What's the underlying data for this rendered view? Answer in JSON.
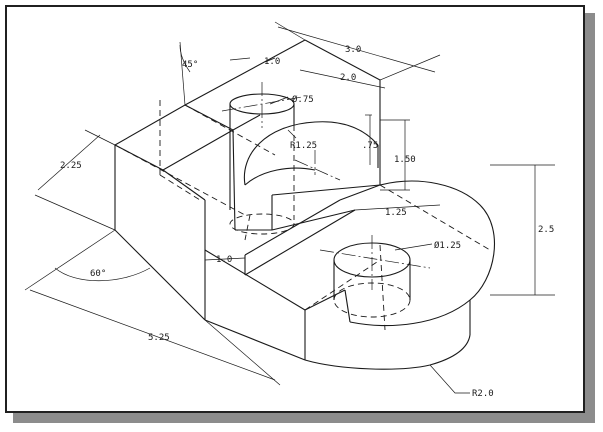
{
  "dimensions": {
    "d_1_0_top": "1.0",
    "d_3_0": "3.0",
    "d_2_0": "2.0",
    "d_45": "45°",
    "d_dia_075": "Ø.75",
    "d_r125": "R1.25",
    "d_075": ".75",
    "d_150": "1.50",
    "d_225": "2.25",
    "d_25": "2.5",
    "d_125": "1.25",
    "d_dia_125": "Ø1.25",
    "d_1_0_side": "1.0",
    "d_60": "60°",
    "d_525": "5.25",
    "d_r20": "R2.0"
  }
}
